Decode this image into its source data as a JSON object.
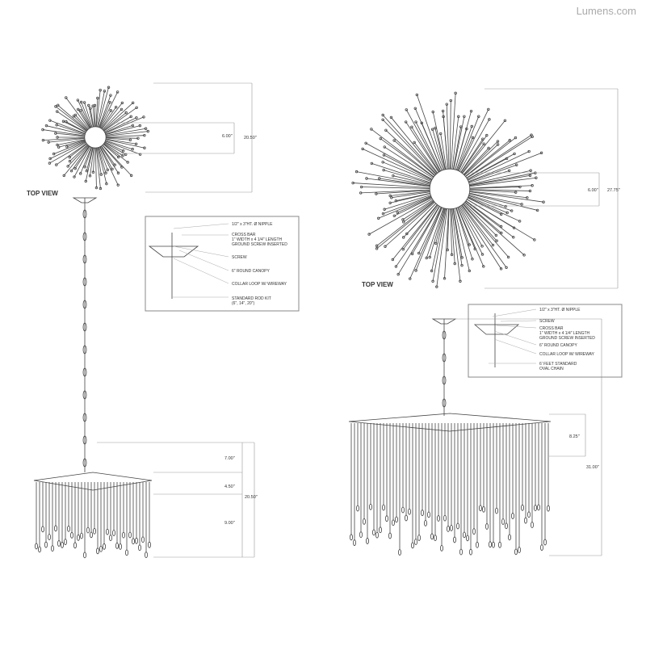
{
  "watermark": "Lumens.com",
  "left": {
    "top_view_label": "TOP VIEW",
    "dims_top": {
      "inner": "6.00\"",
      "overall": "20.50\""
    },
    "dims_side": {
      "a": "7.00\"",
      "b": "4.50\"",
      "overall": "20.50\"",
      "c": "9.00\""
    },
    "callout": [
      "1/2\" x 3\"HT. Ø NIPPLE",
      "CROSS BAR",
      "1\" WIDTH x 4 1/4\" LENGTH",
      "GROUND SCREW INSERTED",
      "SCREW",
      "6\" ROUND CANOPY",
      "COLLAR LOOP W/ WIREWAY",
      "STANDARD ROD KIT",
      "(6\", 14\", 20\")"
    ]
  },
  "right": {
    "top_view_label": "TOP VIEW",
    "dims_top": {
      "inner": "6.00\"",
      "overall": "27.75\""
    },
    "dims_side": {
      "a": "8.25\"",
      "overall": "31.00\""
    },
    "callout": [
      "1/2\" x 3\"HT. Ø NIPPLE",
      "SCREW",
      "CROSS BAR",
      "1\" WIDTH x 4 1/4\" LENGTH",
      "GROUND SCREW INSERTED",
      "6\" ROUND CANOPY",
      "COLLAR LOOP W/ WIREWAY",
      "6' FEET STANDARD",
      "OVAL CHAIN"
    ]
  }
}
